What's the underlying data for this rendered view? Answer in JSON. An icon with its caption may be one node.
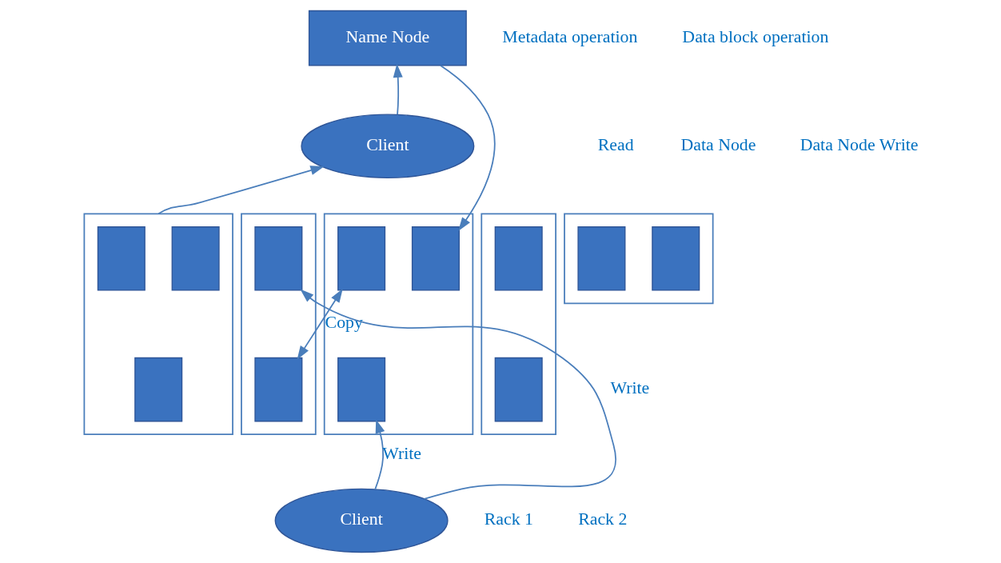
{
  "diagram": {
    "nodes": [
      {
        "text": [
          "Name Node"
        ]
      },
      {
        "text": [
          "Client"
        ]
      },
      {
        "text": [],
        "shape": "box"
      },
      {
        "text": [],
        "shape": "box",
        "in": 2
      },
      {
        "text": [],
        "shape": "box",
        "in": 2
      },
      {
        "text": [],
        "shape": "box",
        "in": 2
      },
      {
        "text": [],
        "shape": "box"
      },
      {
        "text": [],
        "shape": "box",
        "in": 6
      },
      {
        "text": [],
        "shape": "box",
        "in": 6
      },
      {
        "text": [],
        "shape": "box"
      },
      {
        "text": [],
        "shape": "box",
        "in": 9
      },
      {
        "text": [],
        "shape": "box",
        "in": 9
      },
      {
        "text": [],
        "shape": "box"
      },
      {
        "text": [],
        "shape": "box",
        "in": 12
      },
      {
        "text": [],
        "shape": "box",
        "in": 12
      },
      {
        "text": [],
        "shape": "box",
        "in": 12
      },
      {
        "text": [],
        "shape": "box"
      },
      {
        "text": [],
        "shape": "box",
        "in": 16
      },
      {
        "text": [],
        "shape": "box",
        "in": 16
      },
      {
        "text": [
          "Client"
        ]
      }
    ],
    "edges": [
      {
        "from": 2,
        "to": 1,
        "arrow": "to"
      },
      {
        "from": 1,
        "to": 0,
        "arrow": "to"
      },
      {
        "from": 0,
        "to": 14,
        "arrow": "to"
      },
      {
        "from": 13,
        "to": 11,
        "arrow": "both",
        "label": "Copy"
      },
      {
        "from": 19,
        "to": 10,
        "arrow": "to",
        "label": "Write"
      },
      {
        "from": 19,
        "to": 15,
        "arrow": "to",
        "label": "Write"
      }
    ],
    "labels": [
      "Metadata operation",
      "Data block operation",
      "Read",
      "Data Node",
      "Data Node Write",
      "Rack 1",
      "Rack 2"
    ]
  }
}
